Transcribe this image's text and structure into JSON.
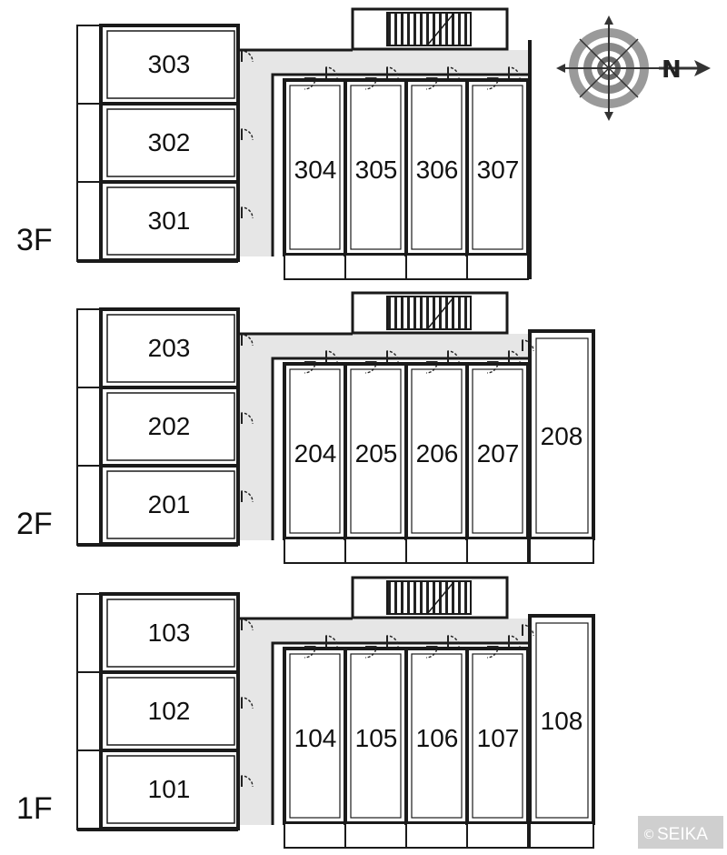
{
  "floors": [
    {
      "label": "3F",
      "west_rooms": [
        "303",
        "302",
        "301"
      ],
      "east_rooms": [
        "304",
        "305",
        "306",
        "307"
      ],
      "end_room": ""
    },
    {
      "label": "2F",
      "west_rooms": [
        "203",
        "202",
        "201"
      ],
      "east_rooms": [
        "204",
        "205",
        "206",
        "207"
      ],
      "end_room": "208"
    },
    {
      "label": "1F",
      "west_rooms": [
        "103",
        "102",
        "101"
      ],
      "east_rooms": [
        "104",
        "105",
        "106",
        "107"
      ],
      "end_room": "108"
    }
  ],
  "compass": {
    "north_label": "N",
    "icon": "compass-rose-icon"
  },
  "copyright": {
    "symbol": "©",
    "text": "SEIKA"
  },
  "colors": {
    "wall": "#1a1a1a",
    "corridor": "#e6e6e6",
    "badge": "#d0d0d0"
  }
}
